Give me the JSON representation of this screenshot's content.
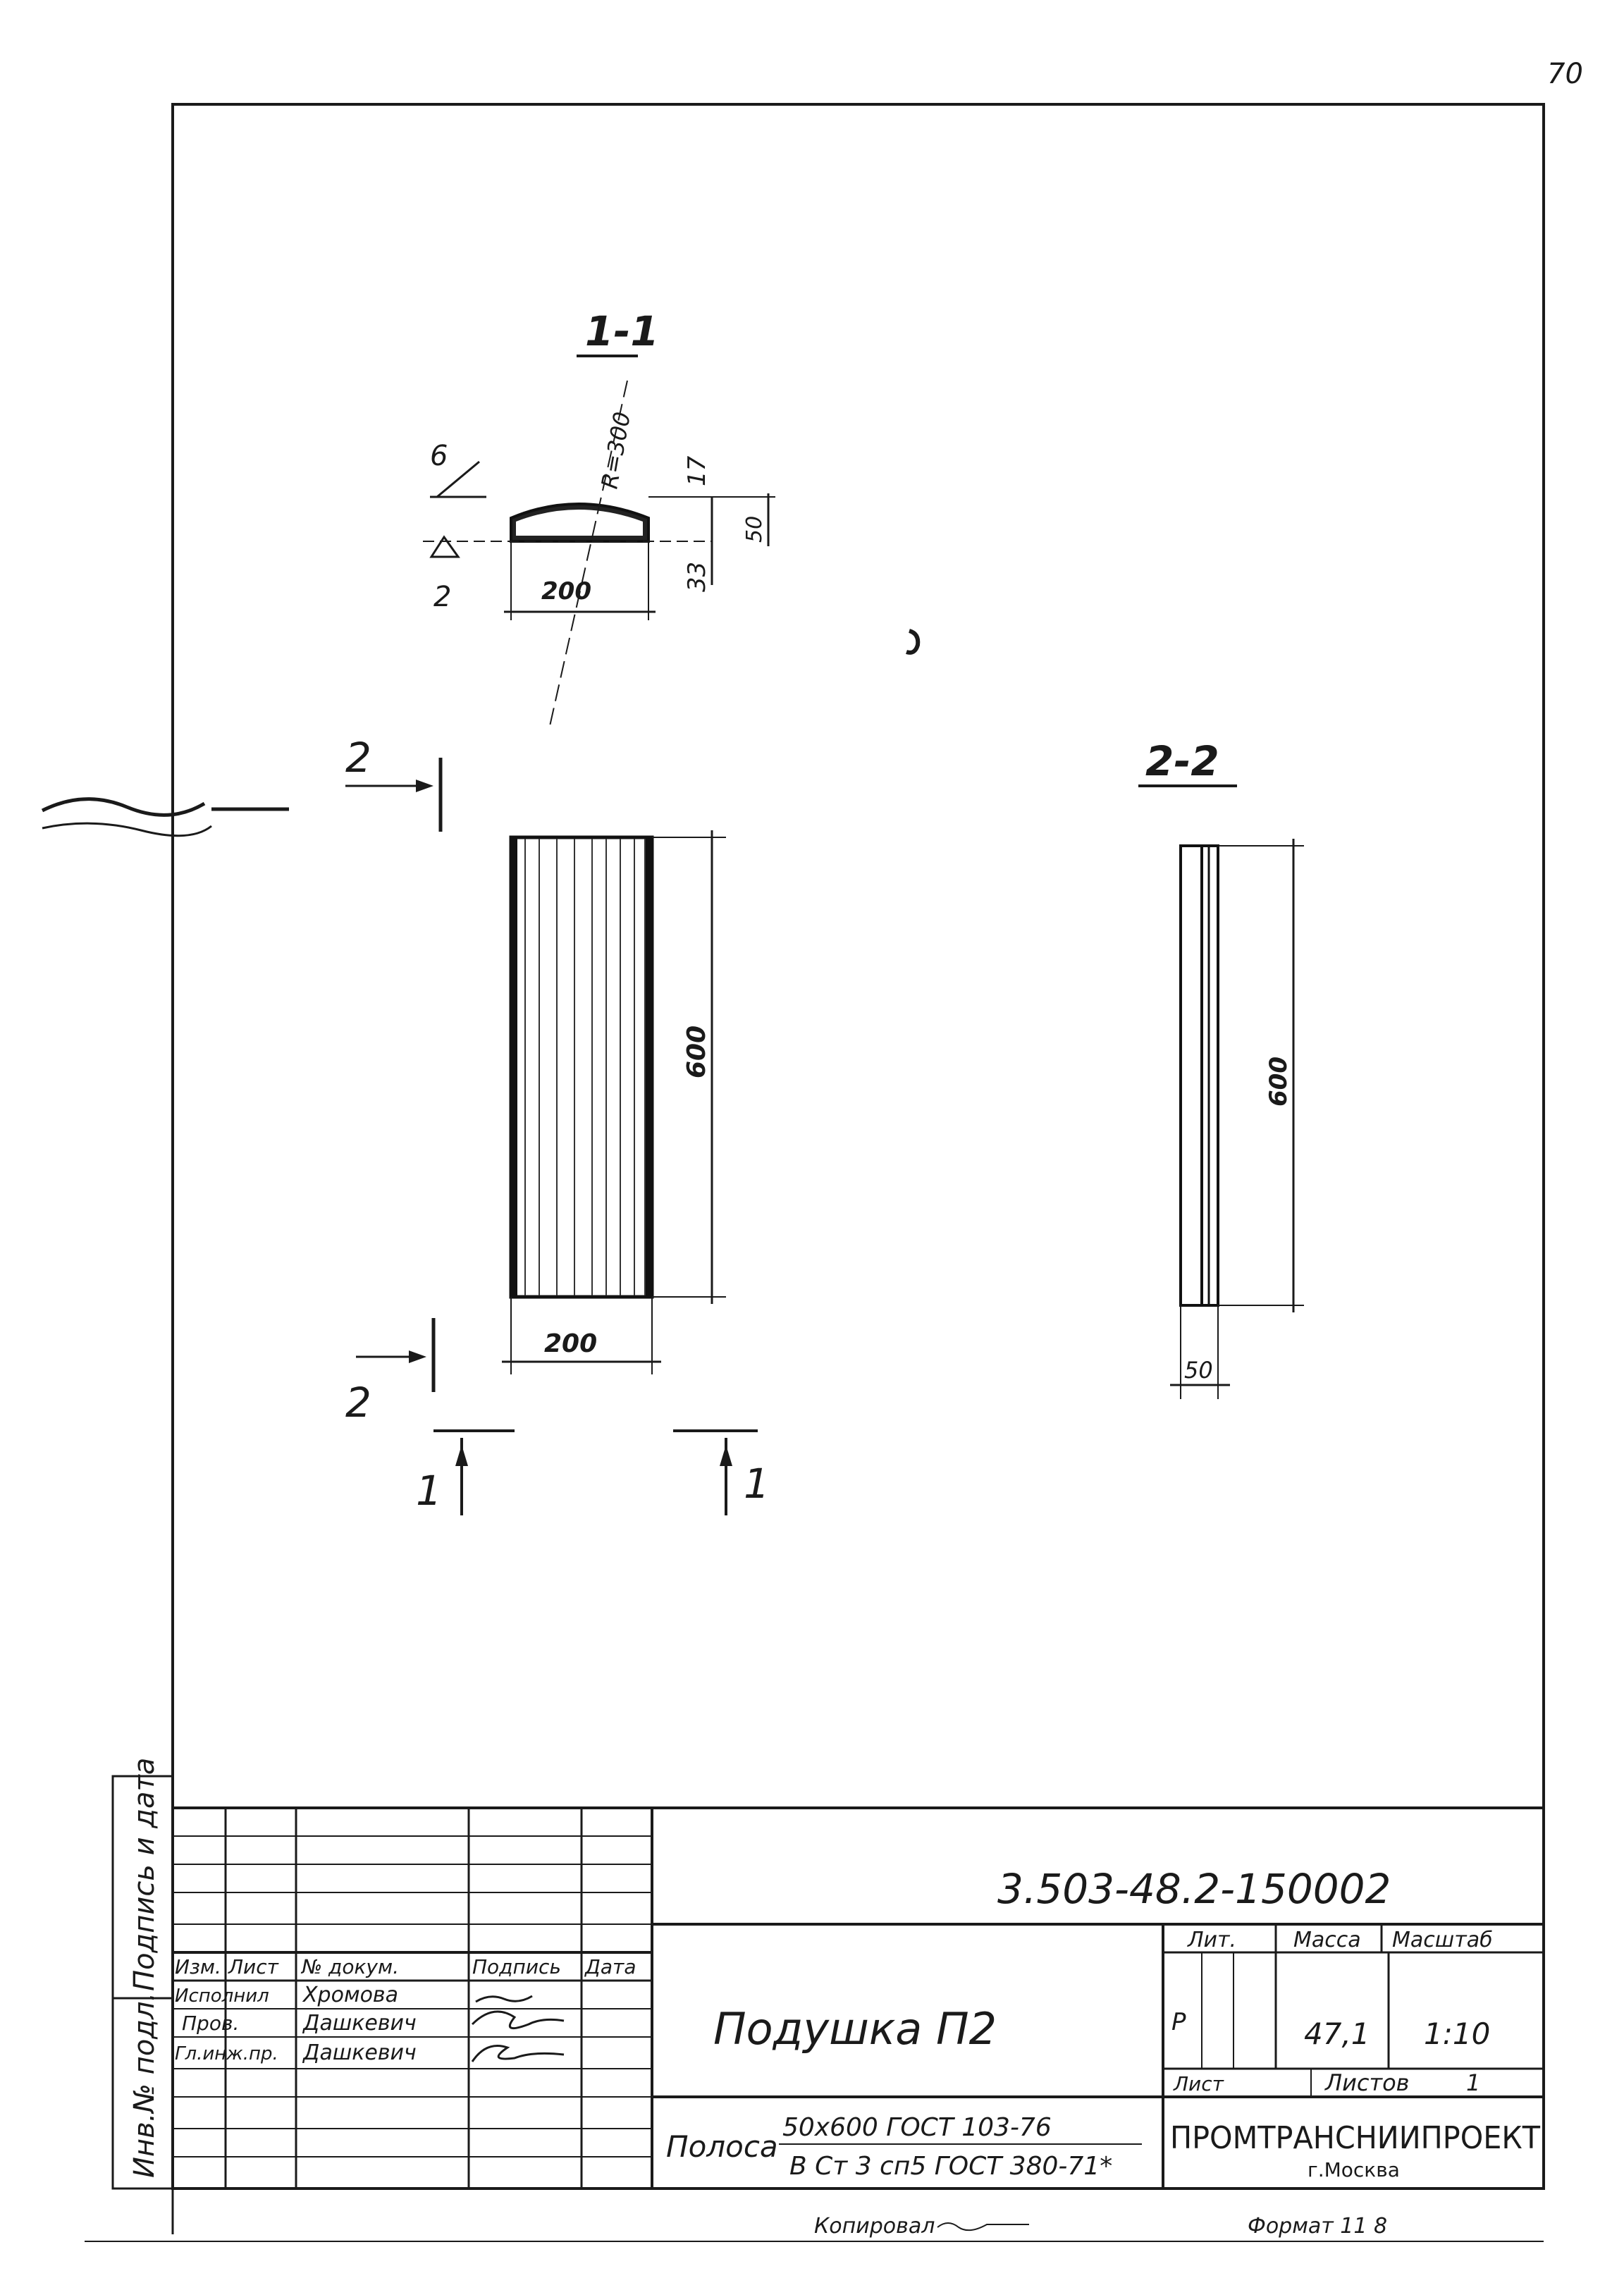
{
  "sheet_number": "70",
  "views": {
    "section_1_1": {
      "title": "1-1",
      "dim_radius": "R=300",
      "dim_width": "200",
      "dim_17": "17",
      "dim_33": "33",
      "dim_50": "50",
      "weld_top": "6",
      "weld_bottom": "2"
    },
    "plan": {
      "marker_top": "2",
      "marker_bottom": "2",
      "marker_left": "1",
      "marker_right": "1",
      "dim_length": "600",
      "dim_width": "200"
    },
    "section_2_2": {
      "title": "2-2",
      "dim_length": "600",
      "dim_width": "50"
    }
  },
  "side_stamp": {
    "inv_label": "Инв.№ подл.",
    "sign_label": "Подпись и дата"
  },
  "title_block": {
    "doc_code": "3.503-48.2-150002",
    "headers": [
      "Изм.",
      "Лист",
      "№ докум.",
      "Подпись",
      "Дата"
    ],
    "rows": [
      {
        "role": "Исполнил",
        "name": "Хромова"
      },
      {
        "role": "Пров.",
        "name": "Дашкевич"
      },
      {
        "role": "Гл.инж.пр.",
        "name": "Дашкевич"
      }
    ],
    "item_name": "Подушка П2",
    "lit_label": "Лит.",
    "mass_label": "Масса",
    "scale_label": "Масштаб",
    "lit_value": "Р",
    "mass_value": "47,1",
    "scale_value": "1:10",
    "sheet_label": "Лист",
    "sheets_label": "Листов",
    "sheets_value": "1",
    "material_label": "Полоса",
    "material_line1": "50х600 ГОСТ 103-76",
    "material_line2": "В Ст 3 сп5 ГОСТ 380-71*",
    "org_name": "ПРОМТРАНСНИИПРОЕКТ",
    "city": "г.Москва"
  },
  "footer": {
    "copied": "Копировал",
    "format": "Формат 11 8"
  }
}
